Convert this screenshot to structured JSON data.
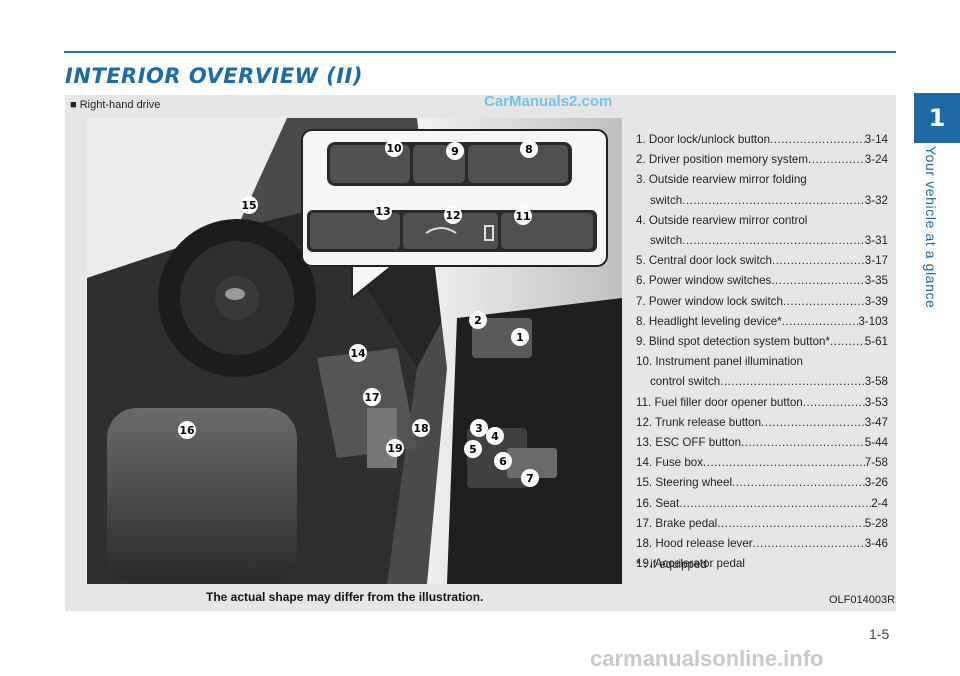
{
  "header": {
    "title": "INTERIOR OVERVIEW (II)"
  },
  "chapter": {
    "number": "1",
    "label": "Your vehicle at a glance"
  },
  "figure": {
    "drive_note": "■ Right-hand drive",
    "caption": "The actual shape may differ from the illustration.",
    "code": "OLF014003R",
    "callouts": [
      "1",
      "2",
      "3",
      "4",
      "5",
      "6",
      "7",
      "8",
      "9",
      "10",
      "11",
      "12",
      "13",
      "14",
      "15",
      "16",
      "17",
      "18",
      "19"
    ]
  },
  "items": [
    {
      "name": "1. Door lock/unlock button ",
      "page": "3-14"
    },
    {
      "name": "2. Driver position memory system ",
      "page": "3-24"
    },
    {
      "name": "3. Outside rearview mirror folding",
      "cont": "switch ",
      "page": "3-32"
    },
    {
      "name": "4. Outside rearview mirror control",
      "cont": "switch ",
      "page": "3-31"
    },
    {
      "name": "5. Central door lock switch ",
      "page": "3-17"
    },
    {
      "name": "6. Power window switches ",
      "page": "3-35"
    },
    {
      "name": "7. Power window lock switch ",
      "page": "3-39"
    },
    {
      "name": "8. Headlight leveling device* ",
      "page": "3-103"
    },
    {
      "name": "9. Blind spot detection system button*",
      "page": "5-61"
    },
    {
      "name": "10. Instrument panel illumination",
      "cont": "control switch ",
      "page": "3-58"
    },
    {
      "name": "11. Fuel filler door opener button ",
      "page": "3-53"
    },
    {
      "name": "12. Trunk release button ",
      "page": "3-47"
    },
    {
      "name": "13. ESC OFF button ",
      "page": "5-44"
    },
    {
      "name": "14. Fuse box ",
      "page": "7-58"
    },
    {
      "name": "15. Steering wheel ",
      "page": "3-26"
    },
    {
      "name": "16. Seat ",
      "page": "2-4"
    },
    {
      "name": "17. Brake pedal ",
      "page": "5-28"
    },
    {
      "name": "18. Hood release lever ",
      "page": "3-46"
    },
    {
      "name": "19. Accelerator pedal",
      "page": ""
    }
  ],
  "footnote": "* : if equipped",
  "page_number": "1-5",
  "watermarks": {
    "top": "CarManuals2.com",
    "bottom": "carmanualsonline.info"
  },
  "colors": {
    "accent": "#1d6aa6",
    "panel": "#e6e6e6"
  }
}
